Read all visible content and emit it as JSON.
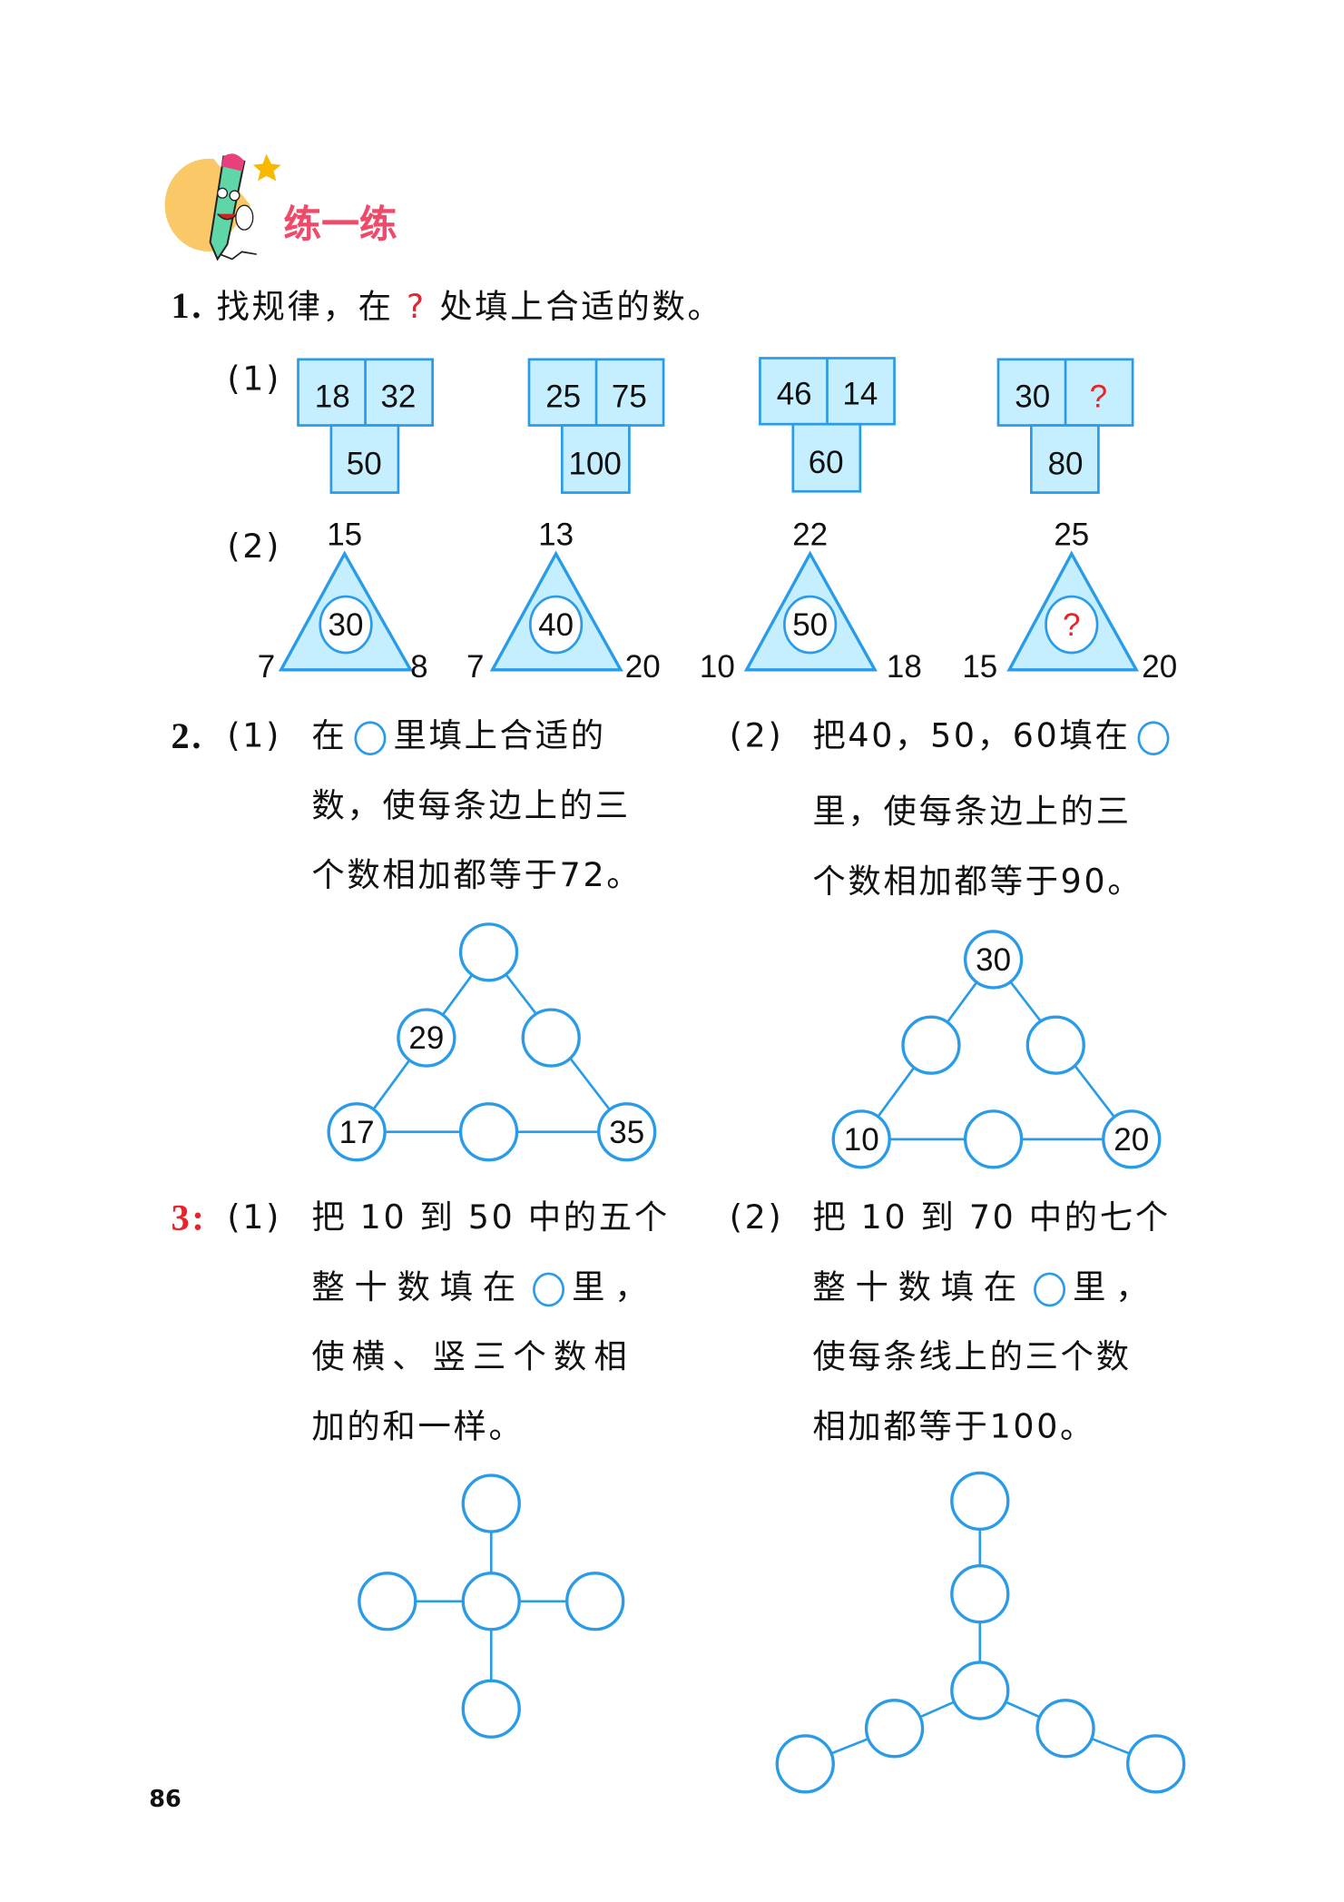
{
  "header": {
    "title": "练一练"
  },
  "page_number": "86",
  "colors": {
    "blue": "#2a9be6",
    "fill": "#c5efff",
    "red": "#e8232a",
    "title": "#f04a6a"
  },
  "q1": {
    "number": "1.",
    "text_before": "找规律，在",
    "question_mark": "?",
    "text_after": "处填上合适的数。",
    "part1_label": "(1)",
    "boxes": [
      {
        "left": "18",
        "right": "32",
        "bottom": "50"
      },
      {
        "left": "25",
        "right": "75",
        "bottom": "100"
      },
      {
        "left": "46",
        "right": "14",
        "bottom": "60"
      },
      {
        "left": "30",
        "right": "?",
        "bottom": "80"
      }
    ],
    "part2_label": "(2)",
    "triangles": [
      {
        "top": "15",
        "left": "7",
        "right": "8",
        "center": "30"
      },
      {
        "top": "13",
        "left": "7",
        "right": "20",
        "center": "40"
      },
      {
        "top": "22",
        "left": "10",
        "right": "18",
        "center": "50"
      },
      {
        "top": "25",
        "left": "15",
        "right": "20",
        "center": "?"
      }
    ]
  },
  "q2": {
    "number": "2.",
    "p1": {
      "label": "(1)",
      "line1a": "在",
      "line1b": "里填上合适的",
      "line2": "数，使每条边上的三",
      "line3": "个数相加都等于72。",
      "circles": {
        "top": "",
        "mid_left": "29",
        "mid_right": "",
        "bottom_left": "17",
        "bottom_mid": "",
        "bottom_right": "35"
      }
    },
    "p2": {
      "label": "(2)",
      "line1a": "把40，50，60填在",
      "line2": "里，使每条边上的三",
      "line3": "个数相加都等于90。",
      "circles": {
        "top": "30",
        "mid_left": "",
        "mid_right": "",
        "bottom_left": "10",
        "bottom_mid": "",
        "bottom_right": "20"
      }
    }
  },
  "q3": {
    "number": "3:",
    "p1": {
      "label": "(1)",
      "line1": "把 10 到 50 中的五个",
      "line2a": "整十数填在",
      "line2b": "里，",
      "line3": "使横、竖三个数相",
      "line4": "加的和一样。"
    },
    "p2": {
      "label": "(2)",
      "line1": "把 10 到 70 中的七个",
      "line2a": "整十数填在",
      "line2b": "里，",
      "line3": "使每条线上的三个数",
      "line4": "相加都等于100。"
    }
  }
}
